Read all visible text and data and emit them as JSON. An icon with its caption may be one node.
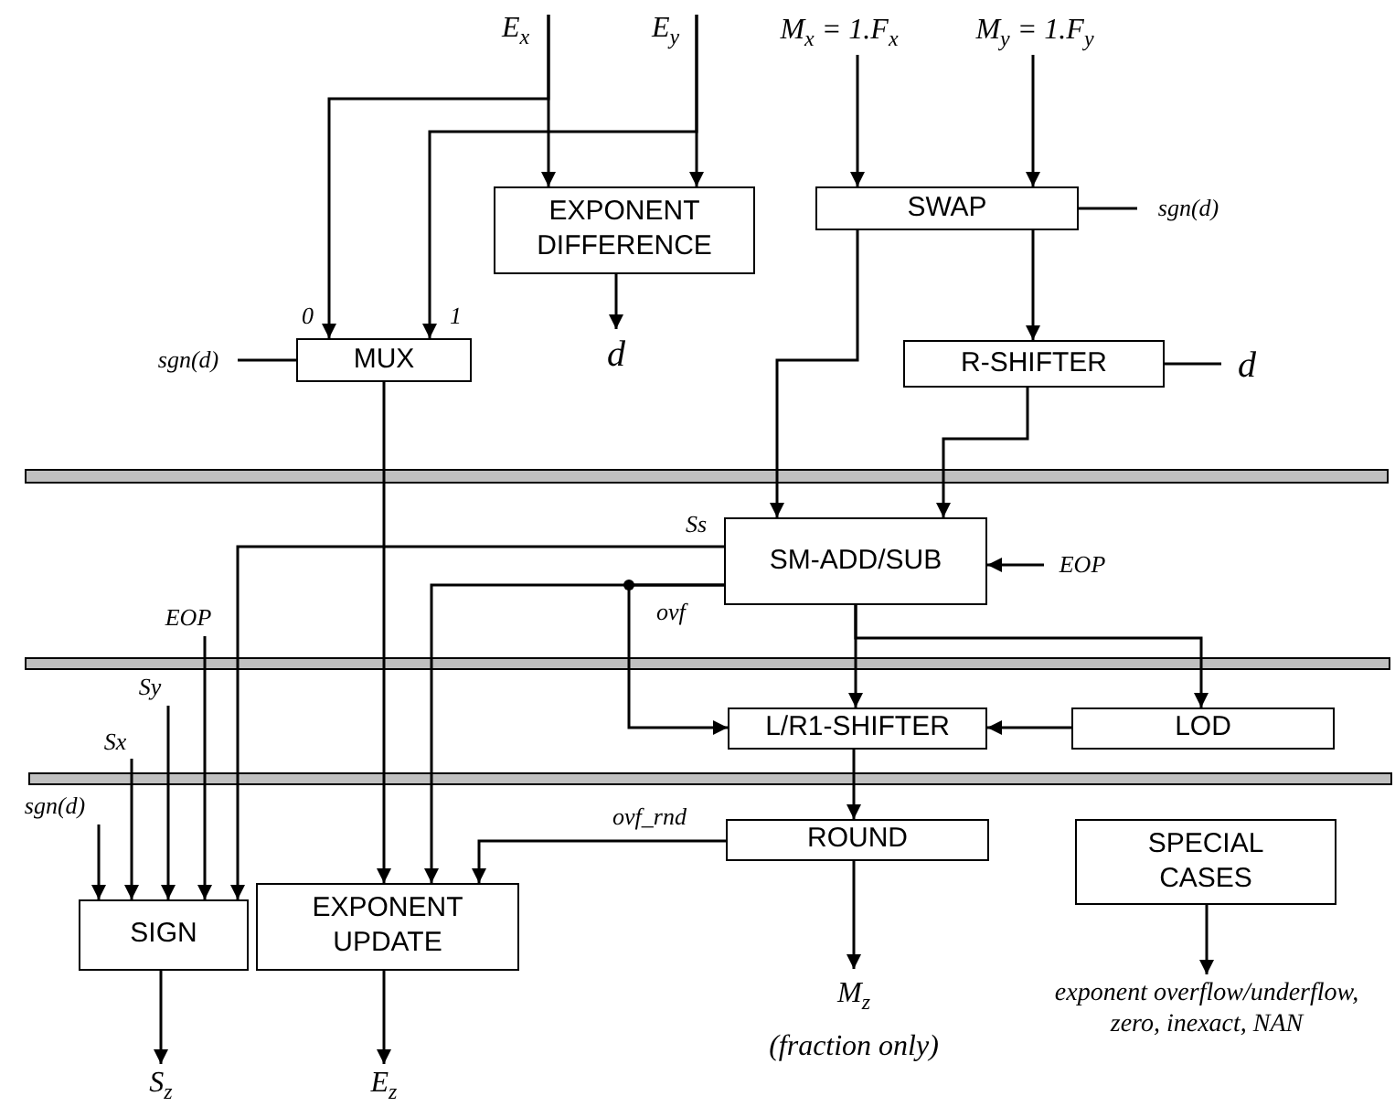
{
  "diagram": {
    "nodes": [
      {
        "text": [
          "E$_{x}$"
        ]
      },
      {
        "text": [
          "E$_{y}$"
        ]
      },
      {
        "text": [
          "M$_{x}$ = 1.F$_{x}$"
        ]
      },
      {
        "text": [
          "M$_{y}$ = 1.F$_{y}$"
        ]
      },
      {
        "text": [
          "EXPONENT DIFFERENCE"
        ]
      },
      {
        "text": [
          "SWAP"
        ]
      },
      {
        "text": [
          "sgn(d)"
        ]
      },
      {
        "text": [
          "sgn(d)"
        ]
      },
      {
        "text": [
          "MUX"
        ]
      },
      {
        "text": [
          "d"
        ]
      },
      {
        "text": [
          "R-SHIFTER"
        ]
      },
      {
        "text": [
          "d"
        ]
      },
      {
        "text": [
          "SM-ADD/SUB"
        ]
      },
      {
        "text": [
          "EOP"
        ]
      },
      {
        "text": [
          "EOP"
        ]
      },
      {
        "text": [
          "Sy"
        ]
      },
      {
        "text": [
          "Sx"
        ]
      },
      {
        "text": [
          "L/R1-SHIFTER"
        ]
      },
      {
        "text": [
          "LOD"
        ]
      },
      {
        "text": [
          "sgn(d)"
        ]
      },
      {
        "text": [
          "ROUND"
        ]
      },
      {
        "text": [
          "SPECIAL CASES"
        ]
      },
      {
        "text": [
          "SIGN"
        ]
      },
      {
        "text": [
          "EXPONENT UPDATE"
        ]
      },
      {
        "text": [
          "M$_{z}$",
          "(fraction only)"
        ]
      },
      {
        "text": [
          "exponent overflow/underflow, zero, inexact, NAN"
        ]
      },
      {
        "text": [
          "S$_{z}$"
        ]
      },
      {
        "text": [
          "E$_{z}$"
        ]
      }
    ],
    "edges": [
      {
        "from": 0,
        "to": 4,
        "arrow": "to"
      },
      {
        "from": 0,
        "to": 8,
        "arrow": "to",
        "label": "0"
      },
      {
        "from": 1,
        "to": 4,
        "arrow": "to"
      },
      {
        "from": 1,
        "to": 8,
        "arrow": "to",
        "label": "1"
      },
      {
        "from": 2,
        "to": 5,
        "arrow": "to"
      },
      {
        "from": 3,
        "to": 5,
        "arrow": "to"
      },
      {
        "from": 6,
        "to": 5,
        "arrow": "none"
      },
      {
        "from": 7,
        "to": 8,
        "arrow": "none"
      },
      {
        "from": 4,
        "to": 9,
        "arrow": "to"
      },
      {
        "from": 5,
        "to": 10,
        "arrow": "to"
      },
      {
        "from": 11,
        "to": 10,
        "arrow": "none"
      },
      {
        "from": 5,
        "to": 12,
        "arrow": "to"
      },
      {
        "from": 10,
        "to": 12,
        "arrow": "to"
      },
      {
        "from": 8,
        "to": 23,
        "arrow": "to"
      },
      {
        "from": 12,
        "to": 22,
        "arrow": "to",
        "label": "Ss"
      },
      {
        "from": 12,
        "to": 23,
        "arrow": "to",
        "label": "ovf"
      },
      {
        "from": 12,
        "to": 17,
        "arrow": "to"
      },
      {
        "from": 13,
        "to": 12,
        "arrow": "to"
      },
      {
        "from": 14,
        "to": 22,
        "arrow": "to"
      },
      {
        "from": 15,
        "to": 22,
        "arrow": "to"
      },
      {
        "from": 16,
        "to": 22,
        "arrow": "to"
      },
      {
        "from": 19,
        "to": 22,
        "arrow": "to"
      },
      {
        "from": 12,
        "to": 17,
        "arrow": "to"
      },
      {
        "from": 12,
        "to": 18,
        "arrow": "to"
      },
      {
        "from": 18,
        "to": 17,
        "arrow": "to"
      },
      {
        "from": 17,
        "to": 20,
        "arrow": "to"
      },
      {
        "from": 20,
        "to": 23,
        "arrow": "to",
        "label": "ovf_rnd"
      },
      {
        "from": 20,
        "to": 24,
        "arrow": "to"
      },
      {
        "from": 21,
        "to": 25,
        "arrow": "to"
      },
      {
        "from": 22,
        "to": 26,
        "arrow": "to"
      },
      {
        "from": 23,
        "to": 27,
        "arrow": "to"
      }
    ]
  }
}
